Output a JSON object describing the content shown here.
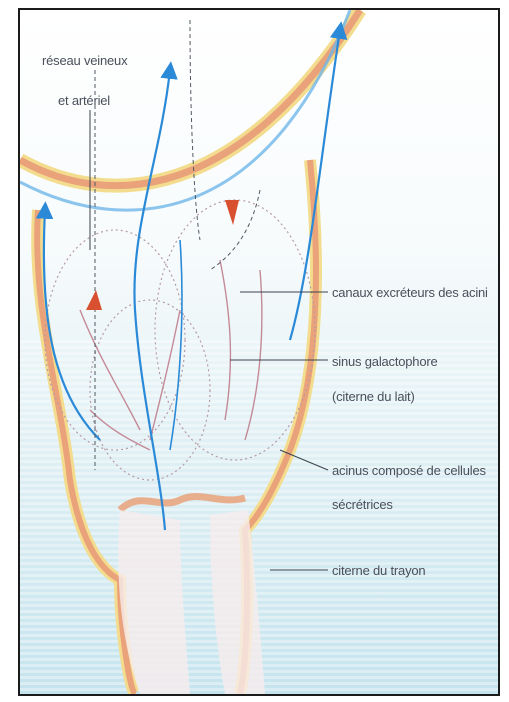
{
  "labels": {
    "reseau_line1": "réseau veineux",
    "reseau_line2": "et artériel",
    "canaux": "canaux excréteurs des acini",
    "sinus_line1": "sinus galactophore",
    "sinus_line2": "(citerne du lait)",
    "acinus_line1": "acinus composé de cellules",
    "acinus_line2": "sécrétrices",
    "citerne_trayon": "citerne du trayon"
  },
  "colors": {
    "band_orange": "#e9a27a",
    "band_yellow": "#f3dc8e",
    "vessel_blue": "#2a8ad8",
    "lower_tint": "#cfe8ef"
  }
}
